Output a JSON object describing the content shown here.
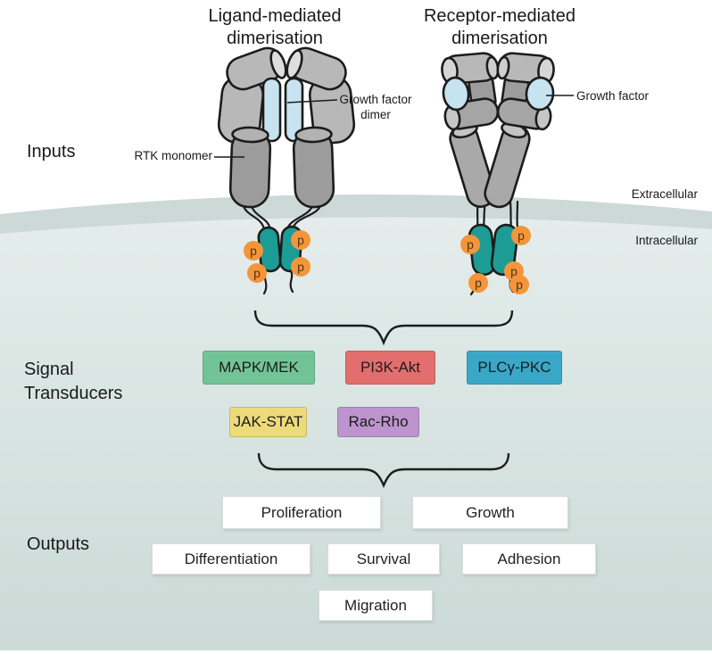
{
  "titles": {
    "left": "Ligand-mediated\ndimerisation",
    "right": "Receptor-mediated\ndimerisation"
  },
  "section_labels": {
    "inputs": "Inputs",
    "signal_transducers": "Signal\nTransducers",
    "outputs": "Outputs"
  },
  "annotations": {
    "rtk_monomer": "RTK monomer",
    "growth_factor_dimer": "Growth factor\ndimer",
    "growth_factor": "Growth factor",
    "extracellular": "Extracellular",
    "intracellular": "Intracellular",
    "phospho": "p"
  },
  "transducers": [
    {
      "label": "MAPK/MEK",
      "color": "#72c496"
    },
    {
      "label": "PI3K-Akt",
      "color": "#e26e6e"
    },
    {
      "label": "PLCγ-PKC",
      "color": "#3aa7c7"
    },
    {
      "label": "JAK-STAT",
      "color": "#edda7a"
    },
    {
      "label": "Rac-Rho",
      "color": "#bd94ce"
    }
  ],
  "outputs": [
    "Proliferation",
    "Growth",
    "Differentiation",
    "Survival",
    "Adhesion",
    "Migration"
  ],
  "colors": {
    "membrane": "#cdd9d6",
    "intracellular_top": "#e4edeb",
    "intracellular_bottom": "#cbdad6",
    "receptor_gray": "#b8b8b8",
    "receptor_gray_dark": "#9c9c9c",
    "growth_factor_blue": "#c7e3ef",
    "kinase_teal": "#1d9c96",
    "phospho_orange": "#f5953a"
  }
}
